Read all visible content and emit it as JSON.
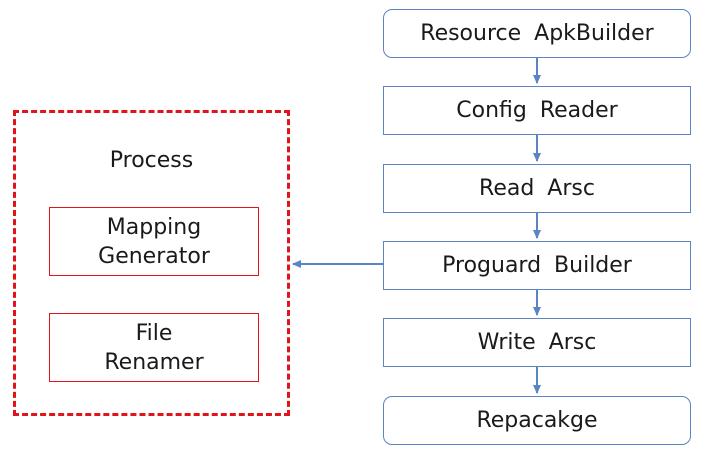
{
  "pipeline": {
    "steps": [
      {
        "label": "Resource  ApkBuilder"
      },
      {
        "label": "Config  Reader"
      },
      {
        "label": "Read  Arsc"
      },
      {
        "label": "Proguard  Builder"
      },
      {
        "label": "Write  Arsc"
      },
      {
        "label": "Repacakge"
      }
    ]
  },
  "process": {
    "title": "Process",
    "modules": [
      {
        "line1": "Mapping",
        "line2": "Generator"
      },
      {
        "line1": "File",
        "line2": "Renamer"
      }
    ]
  },
  "colors": {
    "flow_border": "#5b84c4",
    "arrow": "#5b84c4",
    "process_border": "#e0141b"
  }
}
